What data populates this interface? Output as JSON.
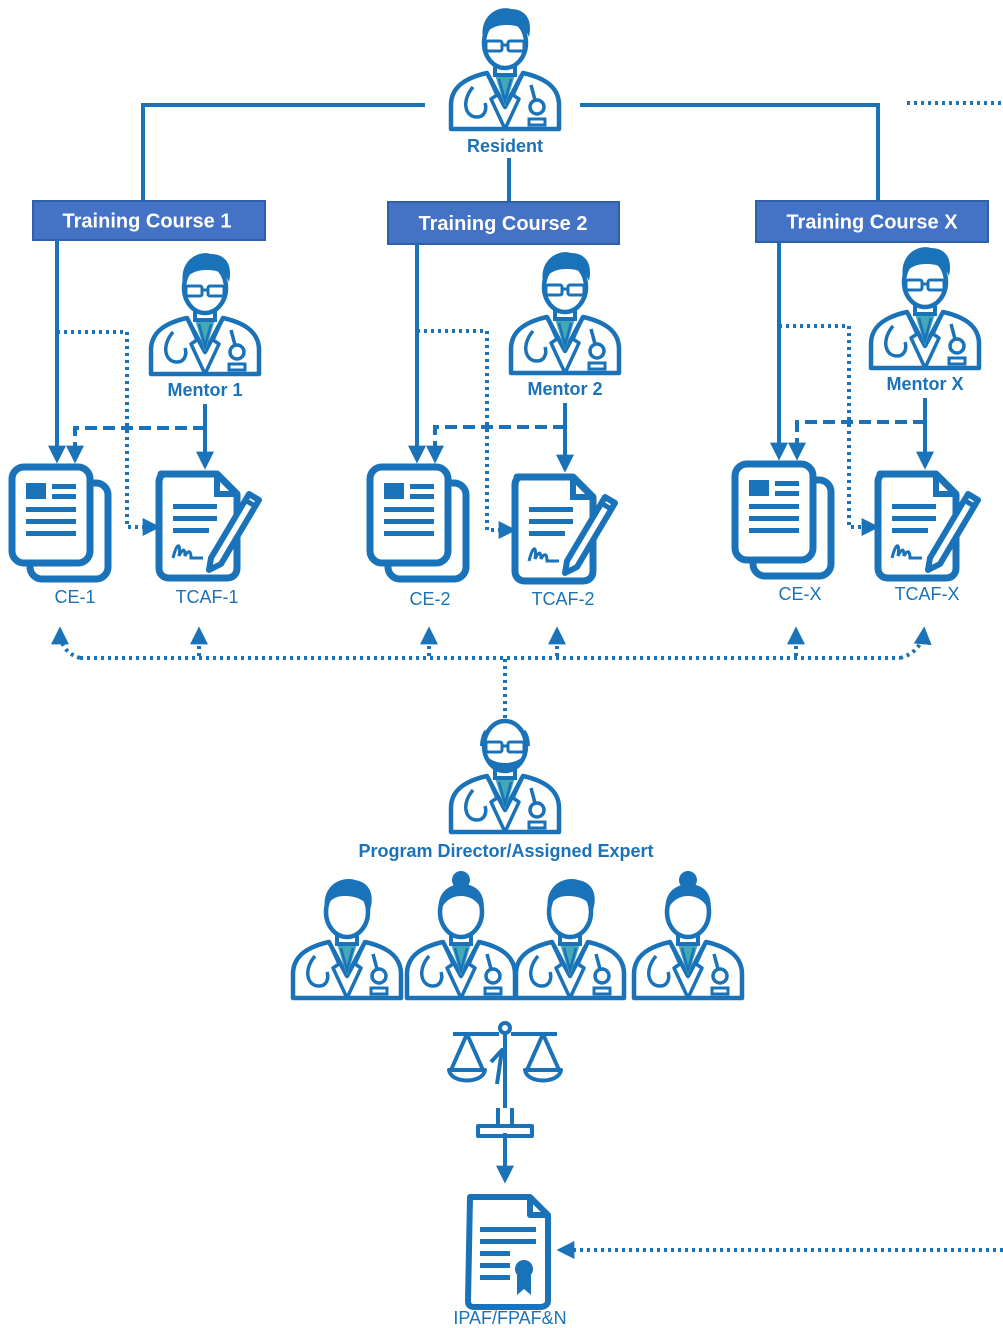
{
  "colors": {
    "primary": "#1a73b8",
    "box_fill": "#4472c4",
    "box_border": "#2f5fa8",
    "teal_accent": "#41a8b8",
    "white": "#ffffff"
  },
  "resident": {
    "label": "Resident",
    "icon": "male-doctor-glasses-icon"
  },
  "courses": [
    {
      "label": "Training Course 1",
      "mentor": "Mentor 1",
      "ce": "CE-1",
      "tcaf": "TCAF-1"
    },
    {
      "label": "Training Course 2",
      "mentor": "Mentor 2",
      "ce": "CE-2",
      "tcaf": "TCAF-2"
    },
    {
      "label": "Training Course X",
      "mentor": "Mentor X",
      "ce": "CE-X",
      "tcaf": "TCAF-X"
    }
  ],
  "director": {
    "label": "Program Director/Assigned Expert",
    "icon": "bearded-doctor-icon"
  },
  "committee": {
    "icons": [
      "male-doctor-icon",
      "female-doctor-icon",
      "male-doctor-icon",
      "female-doctor-icon"
    ]
  },
  "scale": {
    "icon": "balance-scale-icon"
  },
  "final_doc": {
    "label": "IPAF/FPAF&N",
    "icon": "certificate-document-icon"
  }
}
